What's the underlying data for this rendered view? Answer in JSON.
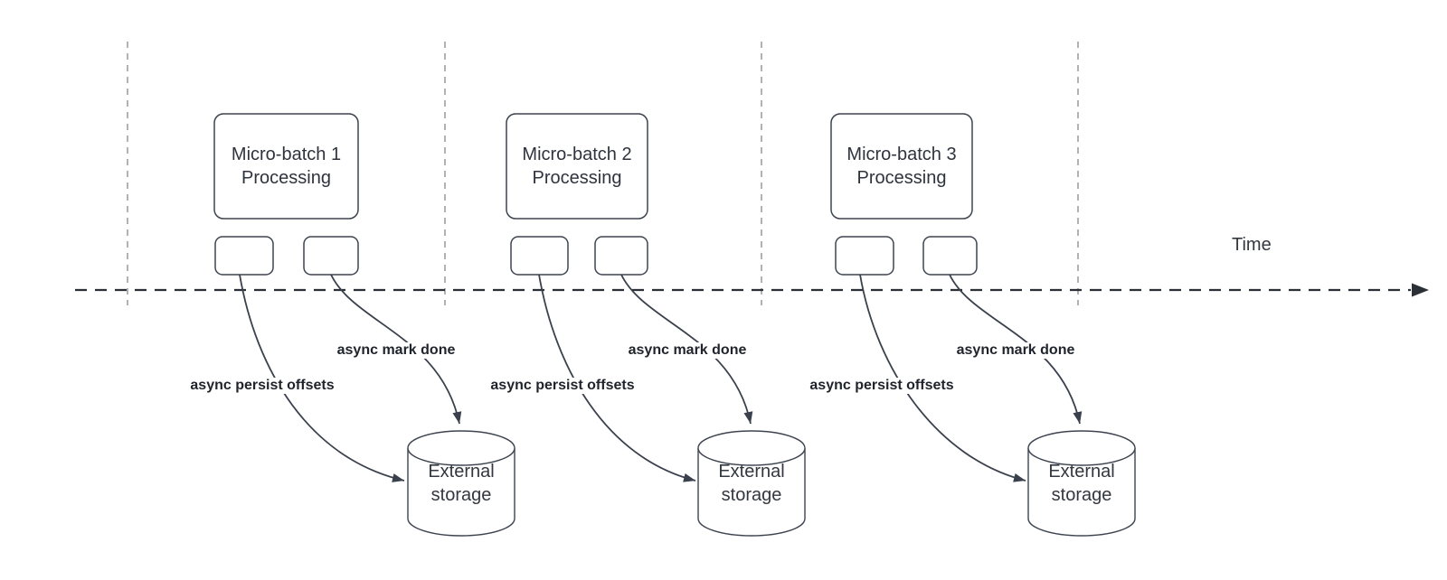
{
  "diagram": {
    "time_axis_label": "Time",
    "groups": [
      {
        "title": "Micro-batch 1 Processing",
        "offsets_arrow_label": "async persist offsets",
        "done_arrow_label": "async mark done",
        "storage_label": "External storage"
      },
      {
        "title": "Micro-batch 2 Processing",
        "offsets_arrow_label": "async persist offsets",
        "done_arrow_label": "async mark done",
        "storage_label": "External storage"
      },
      {
        "title": "Micro-batch 3 Processing",
        "offsets_arrow_label": "async persist offsets",
        "done_arrow_label": "async mark done",
        "storage_label": "External storage"
      }
    ],
    "colors": {
      "background": "#ffffff",
      "shape_stroke": "#3d4450",
      "edge_stroke": "#3a404c",
      "lane_divider": "#96989d",
      "time_axis": "#2b2f36",
      "shape_text": "#2f333d",
      "edge_label_text": "#1f232b"
    }
  }
}
